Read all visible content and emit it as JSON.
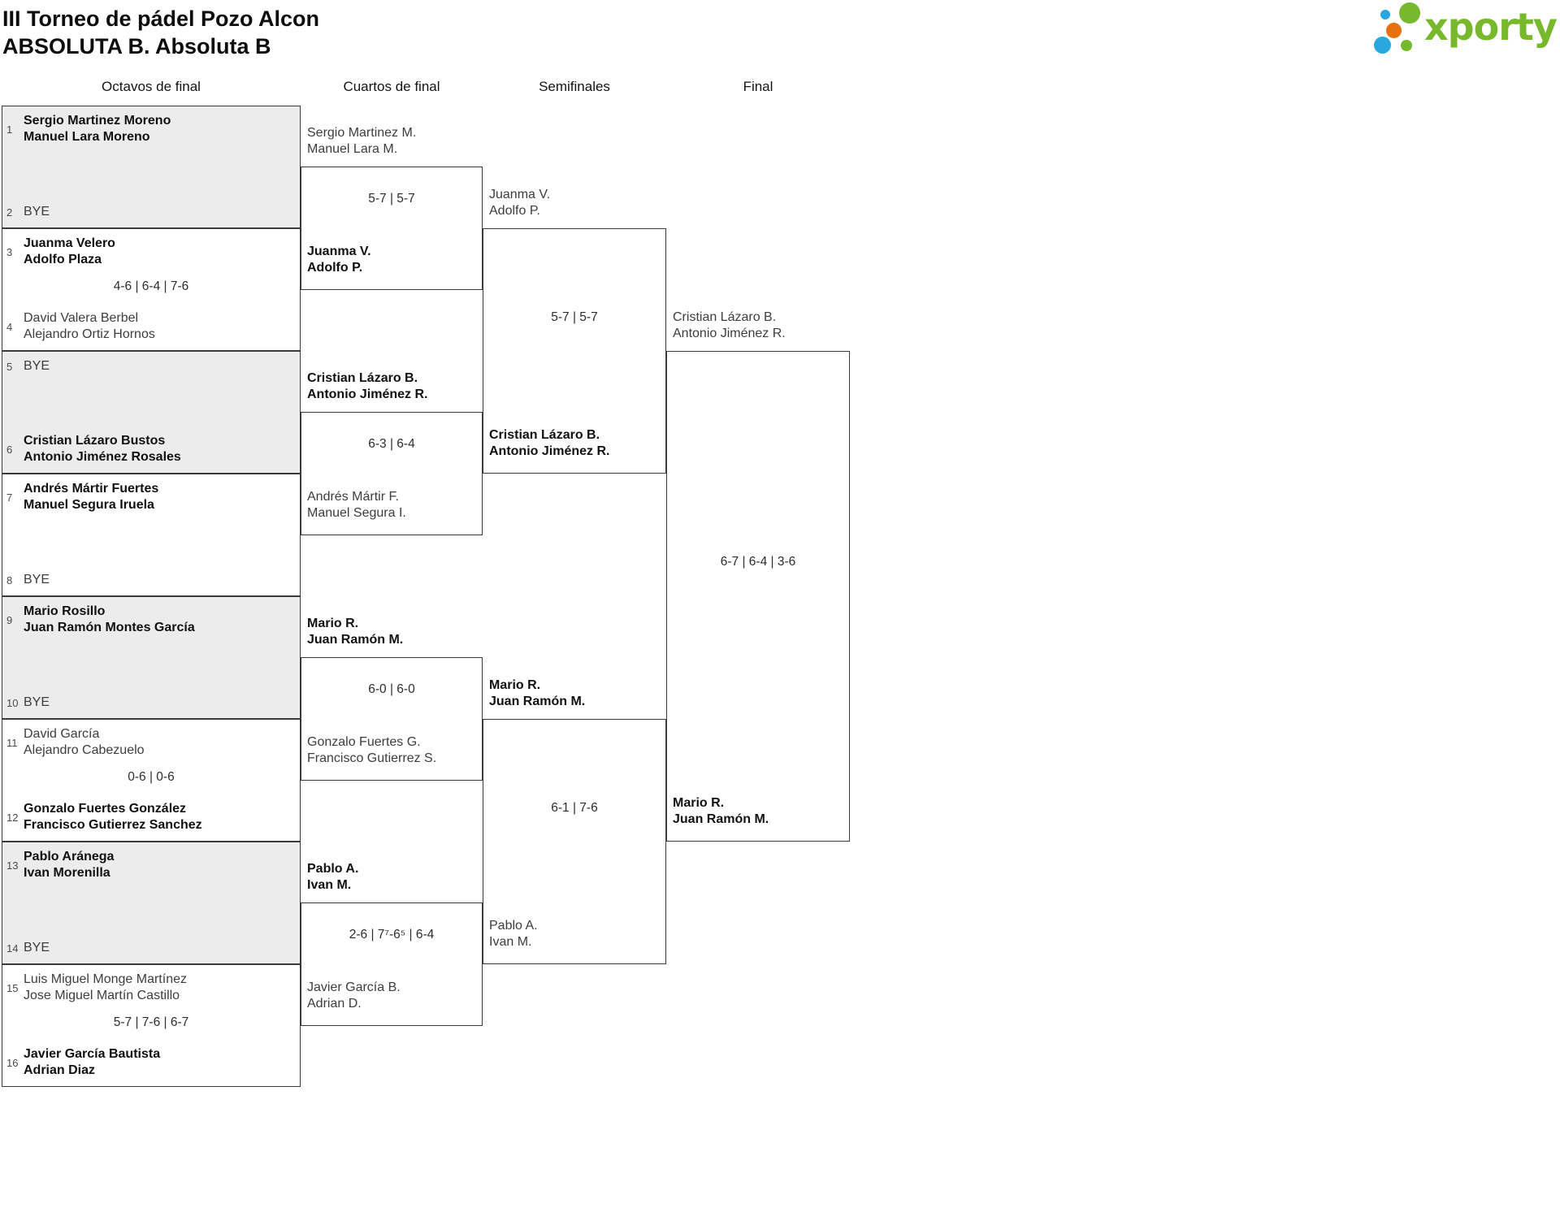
{
  "header": {
    "title": "III Torneo de pádel Pozo Alcon",
    "subtitle": "ABSOLUTA B. Absoluta B",
    "logo_text": "xporty"
  },
  "colors": {
    "logo_green": "#77b82d",
    "logo_blue": "#29a8df",
    "logo_orange": "#e7700f",
    "box_gray_fill": "#ececec",
    "border": "#3a3a3a"
  },
  "rounds": [
    "Octavos de final",
    "Cuartos de final",
    "Semifinales",
    "Final"
  ],
  "r16": [
    {
      "seed1": "1",
      "team1": [
        "Sergio Martinez Moreno",
        "Manuel Lara Moreno"
      ],
      "w1": true,
      "seed2": "2",
      "team2": [
        "BYE"
      ],
      "w2": false,
      "score": ""
    },
    {
      "seed1": "3",
      "team1": [
        "Juanma Velero",
        "Adolfo Plaza"
      ],
      "w1": true,
      "seed2": "4",
      "team2": [
        "David Valera Berbel",
        "Alejandro Ortiz Hornos"
      ],
      "w2": false,
      "score": "4-6 | 6-4 | 7-6"
    },
    {
      "seed1": "5",
      "team1": [
        "BYE"
      ],
      "w1": false,
      "seed2": "6",
      "team2": [
        "Cristian Lázaro Bustos",
        "Antonio Jiménez Rosales"
      ],
      "w2": true,
      "score": ""
    },
    {
      "seed1": "7",
      "team1": [
        "Andrés Mártir Fuertes",
        "Manuel Segura Iruela"
      ],
      "w1": true,
      "seed2": "8",
      "team2": [
        "BYE"
      ],
      "w2": false,
      "score": ""
    },
    {
      "seed1": "9",
      "team1": [
        "Mario Rosillo",
        "Juan Ramón Montes García"
      ],
      "w1": true,
      "seed2": "10",
      "team2": [
        "BYE"
      ],
      "w2": false,
      "score": ""
    },
    {
      "seed1": "11",
      "team1": [
        "David García",
        "Alejandro Cabezuelo"
      ],
      "w1": false,
      "seed2": "12",
      "team2": [
        "Gonzalo Fuertes González",
        "Francisco Gutierrez Sanchez"
      ],
      "w2": true,
      "score": "0-6 | 0-6"
    },
    {
      "seed1": "13",
      "team1": [
        "Pablo Aránega",
        "Ivan Morenilla"
      ],
      "w1": true,
      "seed2": "14",
      "team2": [
        "BYE"
      ],
      "w2": false,
      "score": ""
    },
    {
      "seed1": "15",
      "team1": [
        "Luis Miguel Monge Martínez",
        "Jose Miguel Martín Castillo"
      ],
      "w1": false,
      "seed2": "16",
      "team2": [
        "Javier García Bautista",
        "Adrian Diaz"
      ],
      "w2": true,
      "score": "5-7 | 7-6 | 6-7"
    }
  ],
  "quarterfinals": [
    {
      "p1": [
        "Sergio Martinez M.",
        "Manuel Lara M."
      ],
      "w1": false,
      "p2": [
        "Juanma V.",
        "Adolfo P."
      ],
      "w2": true,
      "score": "5-7 | 5-7"
    },
    {
      "p1": [
        "Cristian Lázaro B.",
        "Antonio Jiménez R."
      ],
      "w1": true,
      "p2": [
        "Andrés Mártir F.",
        "Manuel Segura I."
      ],
      "w2": false,
      "score": "6-3 | 6-4"
    },
    {
      "p1": [
        "Mario R.",
        "Juan Ramón M."
      ],
      "w1": true,
      "p2": [
        "Gonzalo Fuertes G.",
        "Francisco Gutierrez S."
      ],
      "w2": false,
      "score": "6-0 | 6-0"
    },
    {
      "p1": [
        "Pablo A.",
        "Ivan M."
      ],
      "w1": true,
      "p2": [
        "Javier García B.",
        "Adrian D."
      ],
      "w2": false,
      "score": "2-6 | 7⁷-6⁵ | 6-4"
    }
  ],
  "semifinals": [
    {
      "p1": [
        "Juanma V.",
        "Adolfo P."
      ],
      "w1": false,
      "p2": [
        "Cristian Lázaro B.",
        "Antonio Jiménez R."
      ],
      "w2": true,
      "score": "5-7 | 5-7"
    },
    {
      "p1": [
        "Mario R.",
        "Juan Ramón M."
      ],
      "w1": true,
      "p2": [
        "Pablo A.",
        "Ivan M."
      ],
      "w2": false,
      "score": "6-1 | 7-6"
    }
  ],
  "final": {
    "p1": [
      "Cristian Lázaro B.",
      "Antonio Jiménez R."
    ],
    "w1": false,
    "p2": [
      "Mario R.",
      "Juan Ramón M."
    ],
    "w2": true,
    "score": "6-7 | 6-4 | 3-6"
  }
}
